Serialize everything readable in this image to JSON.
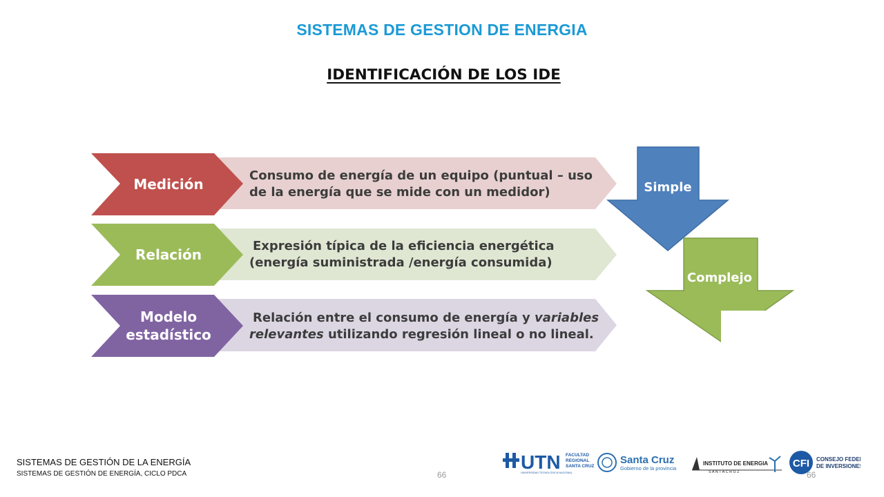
{
  "header": {
    "title": "SISTEMAS DE GESTION DE ENERGIA"
  },
  "slide": {
    "subtitle": "IDENTIFICACIÓN DE LOS IDE"
  },
  "rows": [
    {
      "label_lines": [
        "Medición"
      ],
      "desc_lines": [
        "Consumo de energía de un equipo (puntual – uso",
        "de la energía que se mide con un medidor)"
      ],
      "color": "#c0504d",
      "band": "#e8d0d0"
    },
    {
      "label_lines": [
        "Relación"
      ],
      "desc_lines": [
        "Expresión típica de la eficiencia energética",
        "(energía suministrada /energía consumida)"
      ],
      "color": "#9bbb59",
      "band": "#dfe7d2"
    },
    {
      "label_lines": [
        "Modelo",
        "estadístico"
      ],
      "desc_l1_a": "Relación entre el consumo de energía y ",
      "desc_l1_b": "variables",
      "desc_l2_a": "relevantes",
      "desc_l2_b": " utilizando regresión lineal o no lineal.",
      "color": "#8064a2",
      "band": "#dcd6e3"
    }
  ],
  "arrows": [
    {
      "label": "Simple",
      "color": "#4f81bd"
    },
    {
      "label": "Complejo",
      "color": "#9bbb59"
    }
  ],
  "footer": {
    "line1": "SISTEMAS DE GESTIÓN DE LA ENERGÍA",
    "line2": "SISTEMAS DE GESTIÓN DE ENERGÍA, CICLO PDCA",
    "page": "66",
    "page_right": "66"
  },
  "logos": {
    "utn": "UTN",
    "utn_sub": [
      "FACULTAD",
      "REGIONAL",
      "SANTA CRUZ"
    ],
    "utn_tag": "UNIVERSIDAD TECNOLÓGICA NACIONAL",
    "sc_name": "Santa Cruz",
    "sc_sub": "Gobierno de la provincia",
    "ie_name": "INSTITUTO DE ENERGIA",
    "ie_sub": "S A N T A   C R U Z",
    "cfi": "CFI",
    "cfi_sub": [
      "CONSEJO FEDERAL",
      "DE INVERSIONES"
    ]
  }
}
